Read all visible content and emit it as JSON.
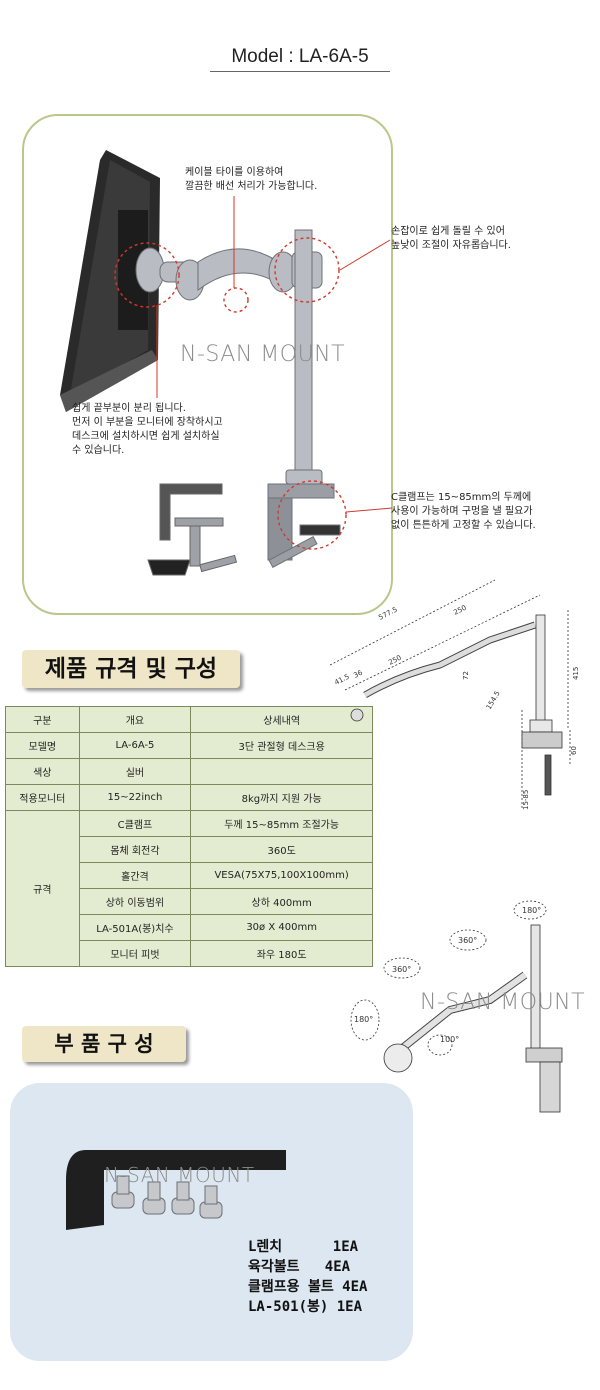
{
  "model_title": "Model : LA-6A-5",
  "watermark": "N-SAN MOUNT",
  "feature_notes": {
    "cable": "케이블 타이를 이용하여\n깔끔한 배선 처리가 가능합니다.",
    "handle": "손잡이로 쉽게 돌릴 수 있어\n높낮이 조절이 자유롭습니다.",
    "detach": "쉽게 끝부분이 분리 됩니다.\n 먼저 이 부분을 모니터에 장착하시고\n데스크에 설치하시면 쉽게 설치하실\n수 있습니다.",
    "clamp": "C클램프는 15~85mm의 두께에\n사용이 가능하며 구멍을 낼 필요가\n없이 튼튼하게 고정할 수 있습니다."
  },
  "spec_heading": "제품 규격 및 구성",
  "spec_table": {
    "headers": [
      "구분",
      "개요",
      "상세내역"
    ],
    "rows": [
      {
        "cat": "모델명",
        "item": "LA-6A-5",
        "detail": "3단 관절형 데스크용"
      },
      {
        "cat": "색상",
        "item": "실버",
        "detail": ""
      },
      {
        "cat": "적용모니터",
        "item": "15~22inch",
        "detail": "8kg까지 지원 가능"
      }
    ],
    "group_label": "규격",
    "group_rows": [
      {
        "item": "C클램프",
        "detail": "두께 15~85mm 조절가능"
      },
      {
        "item": "몸체 회전각",
        "detail": "360도"
      },
      {
        "item": "홀간격",
        "detail": "VESA(75X75,100X100mm)"
      },
      {
        "item": "상하 이동범위",
        "detail": "상하 400mm"
      },
      {
        "item": "LA-501A(봉)치수",
        "detail": "30ø X 400mm"
      },
      {
        "item": "모니터 피벗",
        "detail": "좌우 180도"
      }
    ]
  },
  "dimension_labels": [
    "577.5",
    "250",
    "250",
    "415",
    "154.5",
    "60",
    "15-85",
    "41.5",
    "36",
    "72"
  ],
  "rotation_labels": [
    "180°",
    "360°",
    "360°",
    "180°",
    "100°"
  ],
  "accessories_heading": "부 품 구 성",
  "accessories": [
    "L렌치      1EA",
    "육각볼트   4EA",
    "클램프용 볼트 4EA",
    "LA-501(봉) 1EA"
  ],
  "colors": {
    "panel_border": "#b9c78a",
    "table_fill": "#e3ecd1",
    "badge_fill": "#efe6c8",
    "accessory_panel": "#dde7f1",
    "annotation_red": "#d0392b"
  }
}
